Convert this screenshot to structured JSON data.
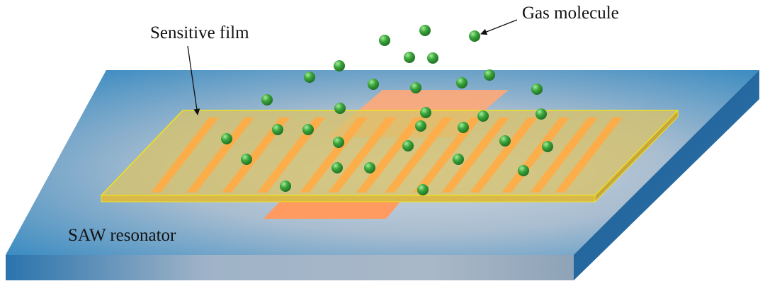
{
  "labels": {
    "sensitive_film": "Sensitive film",
    "gas_molecule": "Gas molecule",
    "saw_resonator": "SAW resonator"
  },
  "colors": {
    "substrate_top_edge": "#2f86c0",
    "substrate_center": "#c9d2dc",
    "substrate_side": "#1d5f95",
    "film_fill": "#e8c560",
    "film_edge": "#f2e31a",
    "electrode": "#ffab45",
    "pad": "#ff9d6a",
    "molecule": "#3aa63a",
    "molecule_highlight": "#8ee08e"
  },
  "icons": {
    "molecule": "green-sphere",
    "pointer": "arrow-icon"
  }
}
